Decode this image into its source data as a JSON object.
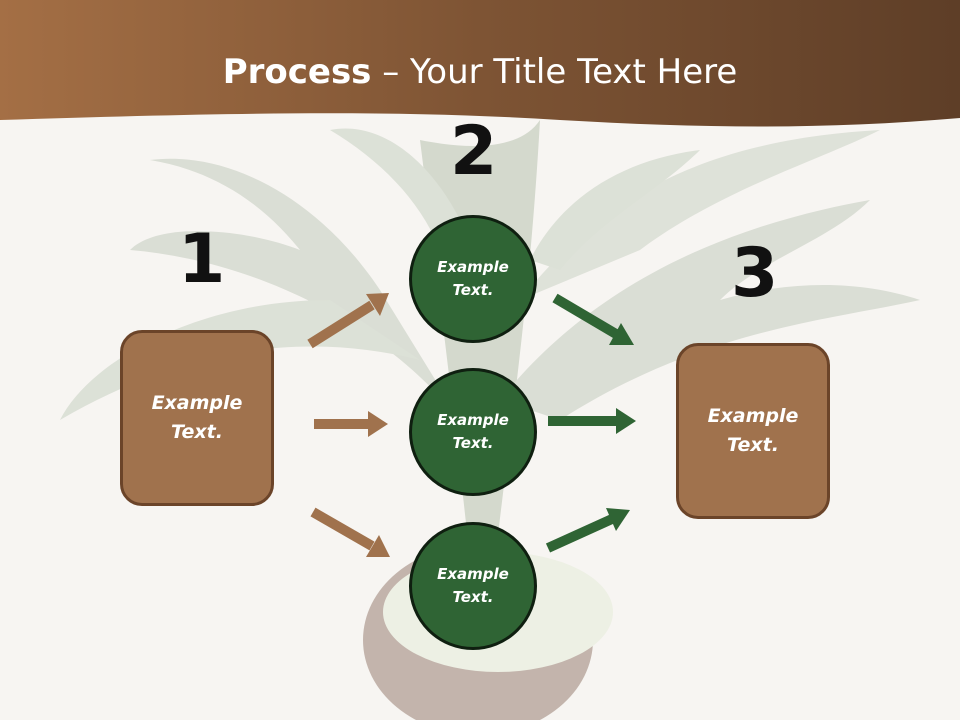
{
  "header": {
    "title_bold": "Process",
    "title_rest": " – Your Title Text Here"
  },
  "steps": [
    {
      "number": "1",
      "label": "Example\nText."
    },
    {
      "number": "2",
      "label": "Example\nText."
    },
    {
      "number": "3",
      "label": "Example\nText."
    }
  ],
  "circles": [
    {
      "label": "Example\nText."
    },
    {
      "label": "Example\nText."
    },
    {
      "label": "Example\nText."
    }
  ],
  "colors": {
    "header": "#8a5b38",
    "box_fill": "#a0724d",
    "circle_fill": "#2f6434",
    "brown_arrow": "#a0724d",
    "green_arrow": "#2f6434"
  }
}
